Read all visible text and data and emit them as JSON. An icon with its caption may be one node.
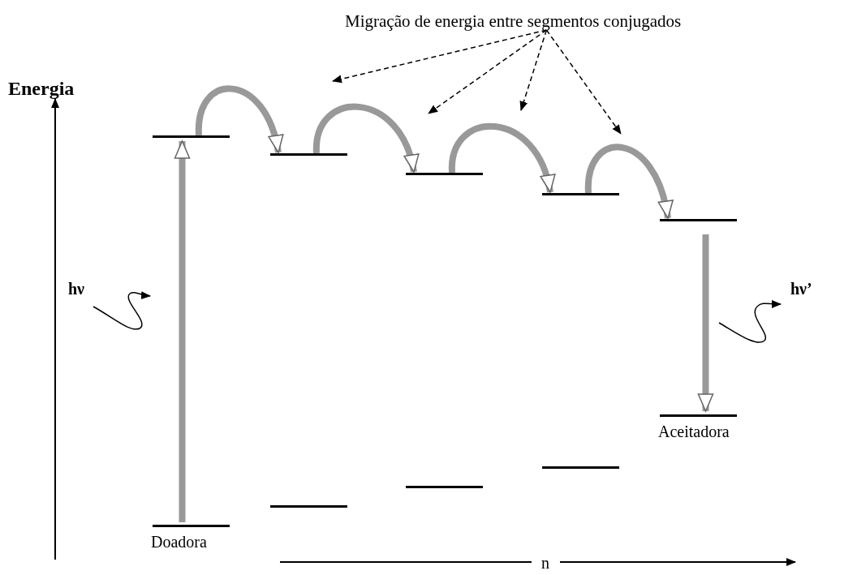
{
  "diagram": {
    "nodes": [
      {
        "text": [
          "Migração de energia entre segmentos conjugados"
        ]
      },
      {
        "text": [],
        "shape": "bar"
      },
      {
        "text": [],
        "shape": "bar"
      },
      {
        "text": [],
        "shape": "bar"
      },
      {
        "text": [],
        "shape": "bar"
      },
      {
        "text": [],
        "shape": "bar"
      },
      {
        "text": [],
        "shape": "bar",
        "beside": [
          "Doadora"
        ]
      },
      {
        "text": [],
        "shape": "bar"
      },
      {
        "text": [],
        "shape": "bar"
      },
      {
        "text": [],
        "shape": "bar"
      },
      {
        "text": [],
        "shape": "bar",
        "beside": [
          "Aceitadora"
        ]
      }
    ],
    "edges": [
      {
        "from": 6,
        "to": 1,
        "arrow": "to"
      },
      {
        "from": 1,
        "to": 2,
        "arrow": "to"
      },
      {
        "from": 2,
        "to": 3,
        "arrow": "to"
      },
      {
        "from": 3,
        "to": 4,
        "arrow": "to"
      },
      {
        "from": 4,
        "to": 5,
        "arrow": "to"
      },
      {
        "from": 5,
        "to": 10,
        "arrow": "to"
      },
      {
        "from": 0,
        "to": null,
        "arrow": "to",
        "style": "dashed",
        "color": "#000000"
      },
      {
        "from": 0,
        "to": null,
        "arrow": "to",
        "style": "dashed",
        "color": "#000000"
      },
      {
        "from": 0,
        "to": null,
        "arrow": "to",
        "style": "dashed",
        "color": "#000000"
      },
      {
        "from": 0,
        "to": null,
        "arrow": "to",
        "style": "dashed",
        "color": "#000000"
      }
    ],
    "labels": [
      "Energia",
      "hν",
      "hν’",
      "n"
    ]
  }
}
